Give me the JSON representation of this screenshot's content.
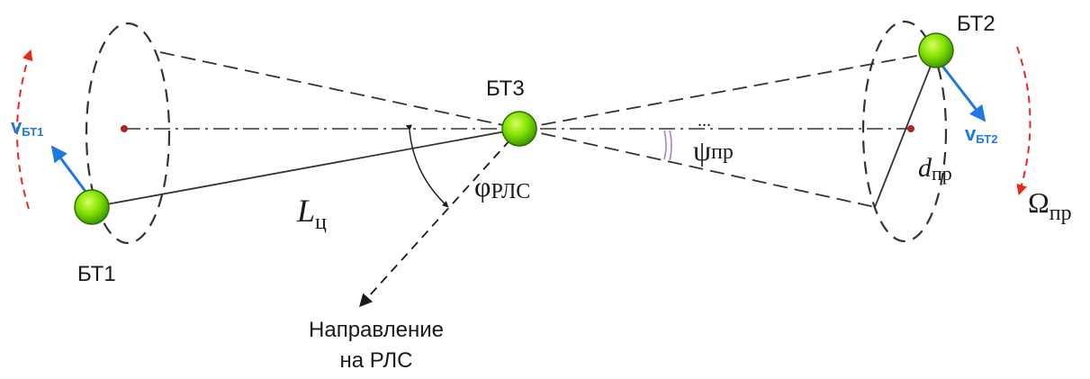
{
  "diagram": {
    "bodies": {
      "bt1": "БТ1",
      "bt2": "БТ2",
      "bt3": "БТ3"
    },
    "velocities": {
      "v1_main": "v",
      "v1_sub": "БТ1",
      "v2_main": "v",
      "v2_sub": "БТ2"
    },
    "labels": {
      "distance_main": "L",
      "distance_sub": "ц",
      "phi_main": "φ",
      "phi_sub": "РЛС",
      "psi_main": "ψ",
      "psi_sub": "пр",
      "d_main": "d",
      "d_sub": "пр",
      "omega_main": "Ω",
      "omega_sub": "пр",
      "radar_line1": "Направление",
      "radar_line2": "на РЛС"
    },
    "colors": {
      "ball_fill": "#7fe000",
      "ball_stroke": "#2f6e00",
      "velocity_arrow": "#1e78e0",
      "rotation_arrow": "#e8281e",
      "axis_dot": "#b22222",
      "psi_arc": "#a97fd0"
    }
  }
}
